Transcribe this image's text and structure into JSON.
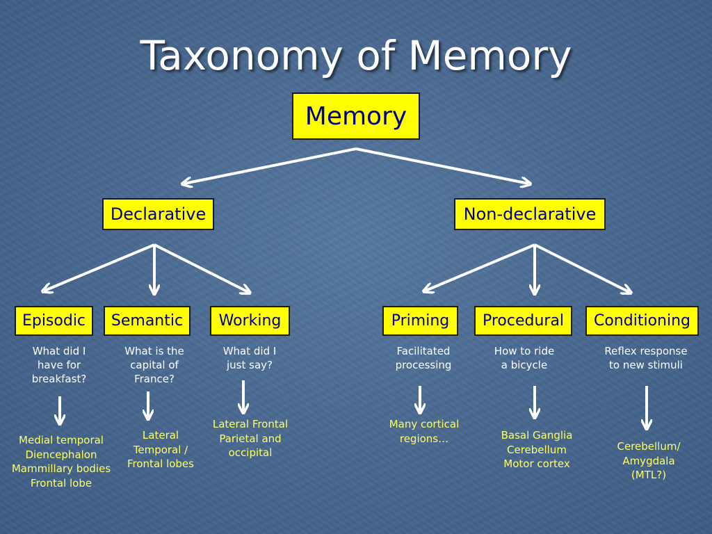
{
  "title": "Taxonomy of Memory",
  "root": "Memory",
  "declarative": {
    "label": "Declarative",
    "children": [
      {
        "label": "Episodic",
        "description": [
          "What did I",
          "have for",
          "breakfast?"
        ],
        "regions": [
          "Medial temporal",
          "Diencephalon",
          "Mammillary bodies",
          "Frontal lobe"
        ]
      },
      {
        "label": "Semantic",
        "description": [
          "What is the",
          "capital of",
          "France?"
        ],
        "regions": [
          "Lateral",
          "Temporal /",
          "Frontal lobes"
        ]
      },
      {
        "label": "Working",
        "description": [
          "What did I",
          "just say?"
        ],
        "regions": [
          "Lateral Frontal",
          "Parietal and",
          "occipital"
        ]
      }
    ]
  },
  "non_declarative": {
    "label": "Non-declarative",
    "children": [
      {
        "label": "Priming",
        "description": [
          "Facilitated",
          "processing"
        ],
        "regions": [
          "Many cortical",
          "regions…"
        ]
      },
      {
        "label": "Procedural",
        "description": [
          "How to ride",
          "a bicycle"
        ],
        "regions": [
          "Basal Ganglia",
          "Cerebellum",
          "Motor cortex"
        ]
      },
      {
        "label": "Conditioning",
        "description": [
          "Reflex response",
          "to new stimuli"
        ],
        "regions": [
          "Cerebellum/",
          "Amygdala",
          "(MTL?)"
        ]
      }
    ]
  },
  "colors": {
    "box_fill": "#ffff00",
    "box_text": "#00008b",
    "description_text": "#ffffff",
    "region_text": "#ffff66",
    "arrow": "#ffffff"
  }
}
